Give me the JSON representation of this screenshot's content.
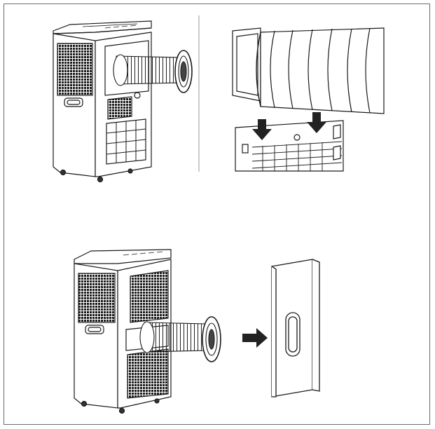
{
  "figure": {
    "panels": [
      {
        "id": "exhaust-hose-attached",
        "description_hidden": true
      },
      {
        "id": "adapter-clip-detail",
        "description_hidden": true
      },
      {
        "id": "unit-with-hose-lower",
        "description_hidden": true
      },
      {
        "id": "window-kit-panel",
        "description_hidden": true
      }
    ],
    "colors": {
      "line": "#1a1a1a",
      "frame": "#6b6b6b",
      "dark_fill": "#2b2b2b",
      "arrow": "#222222"
    }
  }
}
